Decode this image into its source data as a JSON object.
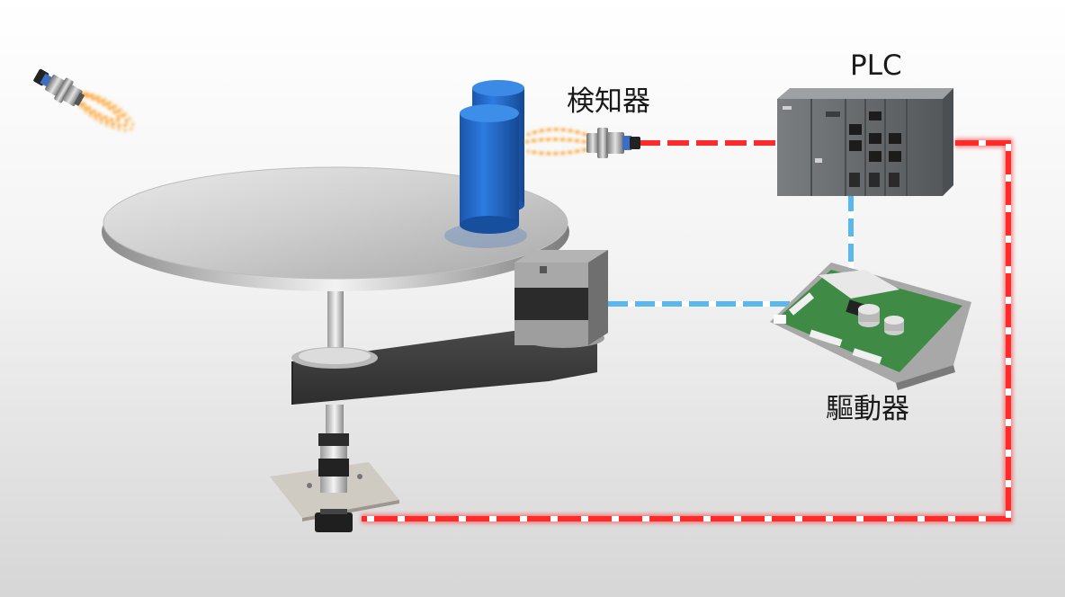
{
  "labels": {
    "sensor": "検知器",
    "plc": "PLC",
    "driver": "驅動器"
  },
  "colors": {
    "signal_red": "#ff2a2a",
    "signal_blue": "#5ab8f0",
    "sensing_beam": "#ff9a1a",
    "product": "#1f66c7",
    "module_gray": "#6b6e70",
    "pcb_green": "#3f8b45"
  }
}
